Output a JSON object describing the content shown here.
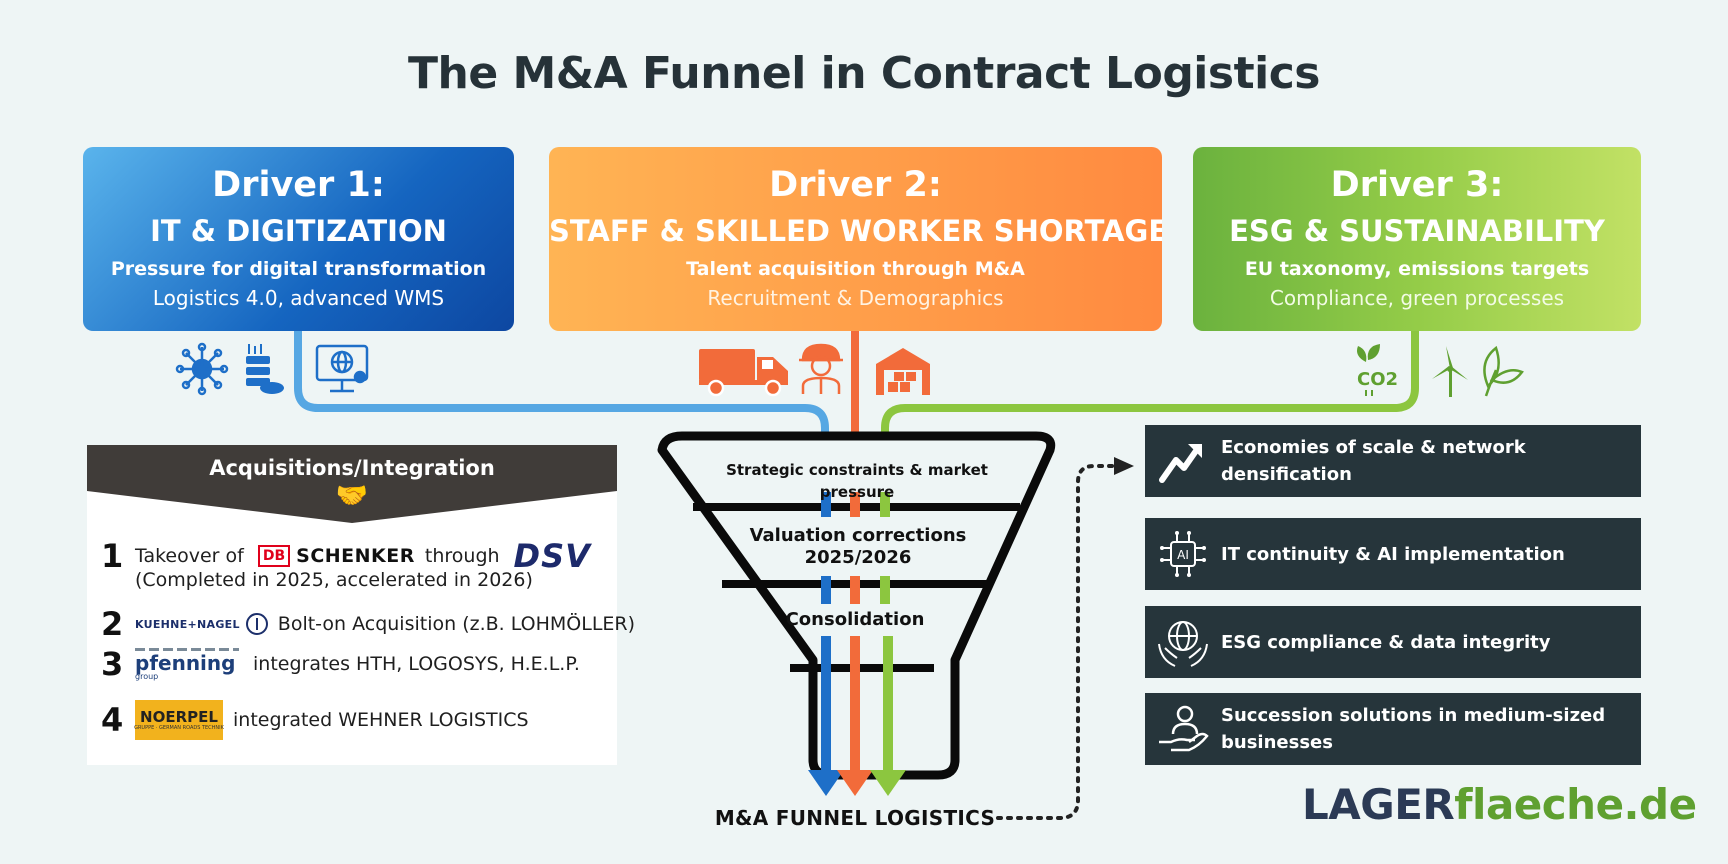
{
  "title": "The M&A Funnel in Contract Logistics",
  "drivers": [
    {
      "head": "Driver 1:",
      "name": "IT & DIGITIZATION",
      "sub": "Pressure for digital transformation",
      "sub2": "Logistics 4.0, advanced WMS"
    },
    {
      "head": "Driver 2:",
      "name": "STAFF & SKILLED WORKER SHORTAGE",
      "sub": "Talent acquisition through M&A",
      "sub2": "Recruitment & Demographics"
    },
    {
      "head": "Driver 3:",
      "name": "ESG & SUSTAINABILITY",
      "sub": "EU taxonomy, emissions targets",
      "sub2": "Compliance, green processes"
    }
  ],
  "funnel": {
    "stage1": "Strategic constraints & market pressure",
    "stage2": "Valuation corrections 2025/2026",
    "stage3": "Consolidation",
    "bottom": "M&A FUNNEL LOGISTICS"
  },
  "acquisitions": {
    "title": "Acquisitions/Integration",
    "items": [
      {
        "num": "1",
        "pre": "Takeover of",
        "logo_db": "DB",
        "logo_schenker": "SCHENKER",
        "mid": "through",
        "logo_dsv": "DSV",
        "note": "(Completed in 2025, accelerated in 2026)"
      },
      {
        "num": "2",
        "logo": "KUEHNE+NAGEL",
        "text": "Bolt-on Acquisition (z.B. LOHMÖLLER)"
      },
      {
        "num": "3",
        "logo": "pfenning",
        "logo_sub": "group",
        "text": "integrates HTH, LOGOSYS, H.E.L.P."
      },
      {
        "num": "4",
        "logo": "NOERPEL",
        "logo_sub": "GRUPPE · GERMAN ROADS TECHNIK",
        "text": "integrated WEHNER LOGISTICS"
      }
    ]
  },
  "results": [
    {
      "text": "Economies of scale & network densification",
      "icon": "trend-up-icon"
    },
    {
      "text": "IT continuity & AI implementation",
      "icon": "ai-chip-icon"
    },
    {
      "text": "ESG compliance & data integrity",
      "icon": "globe-hands-icon"
    },
    {
      "text": "Succession solutions in medium-sized businesses",
      "icon": "person-hand-icon"
    }
  ],
  "co2_label": "CO2",
  "ai_label": "AI",
  "brand": {
    "part1": "LAGER",
    "part2": "flaeche.de"
  },
  "colors": {
    "blue": "#1e6fc8",
    "orange": "#f26b3a",
    "green": "#8cc63f",
    "dark": "#26353b"
  }
}
